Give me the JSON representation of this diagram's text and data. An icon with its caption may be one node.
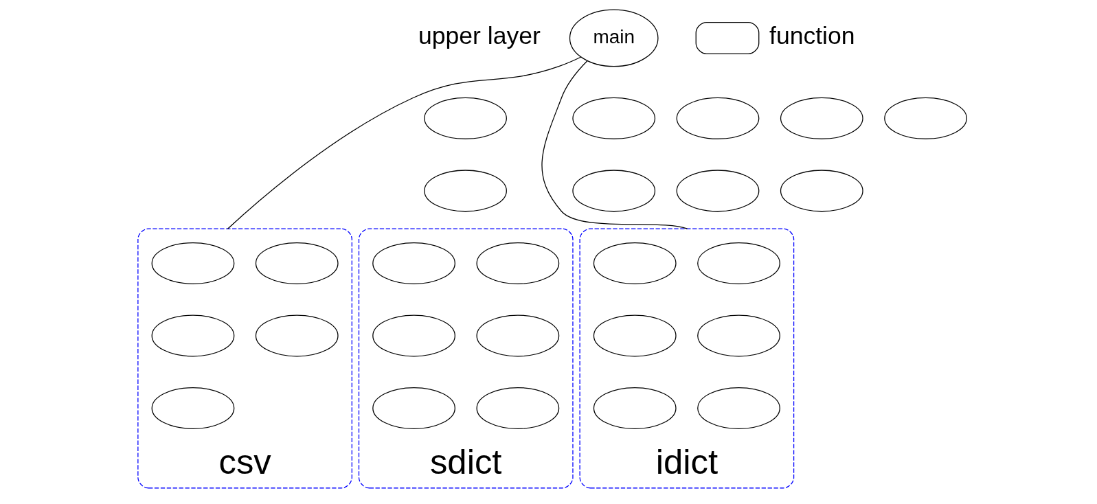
{
  "diagram": {
    "nodes": [
      {
        "text": [
          "main"
        ]
      },
      {
        "text": [],
        "shape": "ellipse"
      },
      {
        "text": [],
        "shape": "ellipse"
      },
      {
        "text": [],
        "shape": "ellipse"
      },
      {
        "text": [],
        "shape": "ellipse"
      },
      {
        "text": [],
        "shape": "ellipse"
      },
      {
        "text": [],
        "shape": "ellipse"
      },
      {
        "text": [],
        "shape": "ellipse"
      },
      {
        "text": [],
        "shape": "ellipse"
      },
      {
        "text": [],
        "shape": "ellipse"
      },
      {
        "text": [
          "csv"
        ]
      },
      {
        "text": [],
        "shape": "ellipse",
        "in": 10
      },
      {
        "text": [],
        "shape": "ellipse",
        "in": 10
      },
      {
        "text": [],
        "shape": "ellipse",
        "in": 10
      },
      {
        "text": [],
        "shape": "ellipse",
        "in": 10
      },
      {
        "text": [],
        "shape": "ellipse",
        "in": 10
      },
      {
        "text": [
          "sdict"
        ]
      },
      {
        "text": [],
        "shape": "ellipse",
        "in": 16
      },
      {
        "text": [],
        "shape": "ellipse",
        "in": 16
      },
      {
        "text": [],
        "shape": "ellipse",
        "in": 16
      },
      {
        "text": [],
        "shape": "ellipse",
        "in": 16
      },
      {
        "text": [],
        "shape": "ellipse",
        "in": 16
      },
      {
        "text": [],
        "shape": "ellipse",
        "in": 16
      },
      {
        "text": [
          "idict"
        ]
      },
      {
        "text": [],
        "shape": "ellipse",
        "in": 23
      },
      {
        "text": [],
        "shape": "ellipse",
        "in": 23
      },
      {
        "text": [],
        "shape": "ellipse",
        "in": 23
      },
      {
        "text": [],
        "shape": "ellipse",
        "in": 23
      },
      {
        "text": [],
        "shape": "ellipse",
        "in": 23
      },
      {
        "text": [],
        "shape": "ellipse",
        "in": 23
      }
    ],
    "edges": [
      {
        "from": 0,
        "to": 10,
        "arrow": "none"
      },
      {
        "from": 0,
        "to": 23,
        "arrow": "none"
      }
    ],
    "labels": [
      "upper layer"
    ],
    "legend": [
      {
        "text": "function"
      }
    ]
  }
}
